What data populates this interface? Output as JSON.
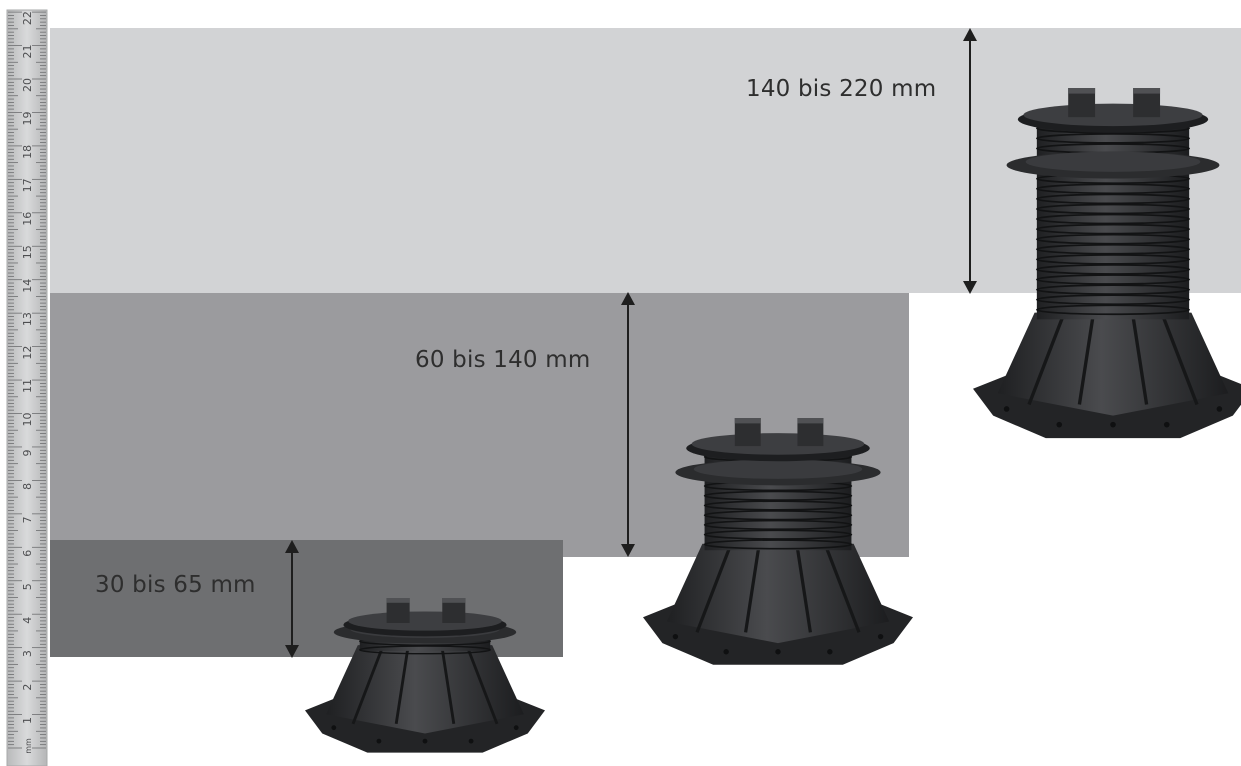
{
  "ruler": {
    "unit_label": "mm",
    "numbers": [
      "1",
      "2",
      "3",
      "4",
      "5",
      "6",
      "7",
      "8",
      "9",
      "10",
      "11",
      "12",
      "13",
      "14",
      "15",
      "16",
      "17",
      "18",
      "19",
      "20",
      "21",
      "22"
    ]
  },
  "ranges": [
    {
      "label": "30 bis 65 mm",
      "min_mm": 30,
      "max_mm": 65,
      "band_color": "#6e6f71"
    },
    {
      "label": "60 bis 140 mm",
      "min_mm": 60,
      "max_mm": 140,
      "band_color": "#9b9b9e"
    },
    {
      "label": "140 bis 220 mm",
      "min_mm": 140,
      "max_mm": 220,
      "band_color": "#d2d3d5"
    }
  ],
  "colors": {
    "pedestal": "#2b2c2e",
    "pedestal_highlight": "#4a4b4e",
    "arrow": "#1e1e1e",
    "ruler": "#c9cacb"
  },
  "icons": [
    "ruler-icon",
    "pedestal-icon",
    "double-arrow-icon"
  ]
}
